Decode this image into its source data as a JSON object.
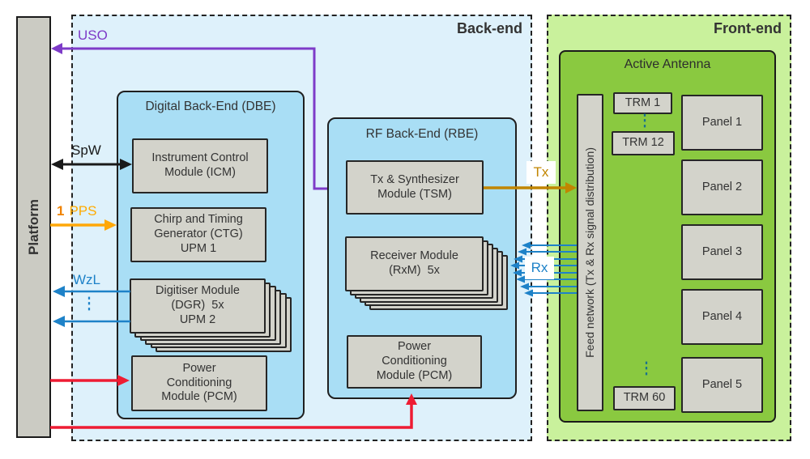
{
  "platform": {
    "label": "Platform"
  },
  "backend": {
    "label": "Back-end",
    "dbe": {
      "title": "Digital Back-End (DBE)",
      "icm": "Instrument Control\nModule (ICM)",
      "ctg": "Chirp and Timing\nGenerator (CTG)\nUPM 1",
      "dgr": "Digitiser Module\n(DGR)  5x\nUPM 2",
      "pcm": "Power\nConditioning\nModule (PCM)"
    },
    "rbe": {
      "title": "RF Back-End (RBE)",
      "tsm": "Tx & Synthesizer\nModule (TSM)",
      "rxm": "Receiver Module\n(RxM)  5x",
      "pcm": "Power\nConditioning\nModule (PCM)"
    }
  },
  "frontend": {
    "label": "Front-end",
    "antenna": {
      "title": "Active Antenna",
      "feed_network": "Feed network (Tx & Rx signal distribution)",
      "trm_first": "TRM 1",
      "trm_mid": "TRM 12",
      "trm_last": "TRM 60",
      "dots": "⋮",
      "panels": [
        "Panel 1",
        "Panel 2",
        "Panel 3",
        "Panel 4",
        "Panel 5"
      ]
    }
  },
  "signals": {
    "uso": "USO",
    "spw": "SpW",
    "pps_prefix": "1",
    "pps": "PPS",
    "wzl": "WzL",
    "wzl_dots": "⋮",
    "tx": "Tx",
    "rx": "Rx"
  },
  "colors": {
    "uso_purple": "#7e3bc8",
    "spw_black": "#1a1a1a",
    "pps_orange": "#ffa808",
    "wzl_rx_blue": "#1e82c8",
    "tx_gold": "#c18500",
    "power_red": "#ee1c33",
    "backend_fill": "#def1fb",
    "subsystem_fill": "#a9def5",
    "frontend_fill": "#c9f19c",
    "antenna_fill": "#8ac940",
    "module_fill": "#d3d3cb"
  }
}
